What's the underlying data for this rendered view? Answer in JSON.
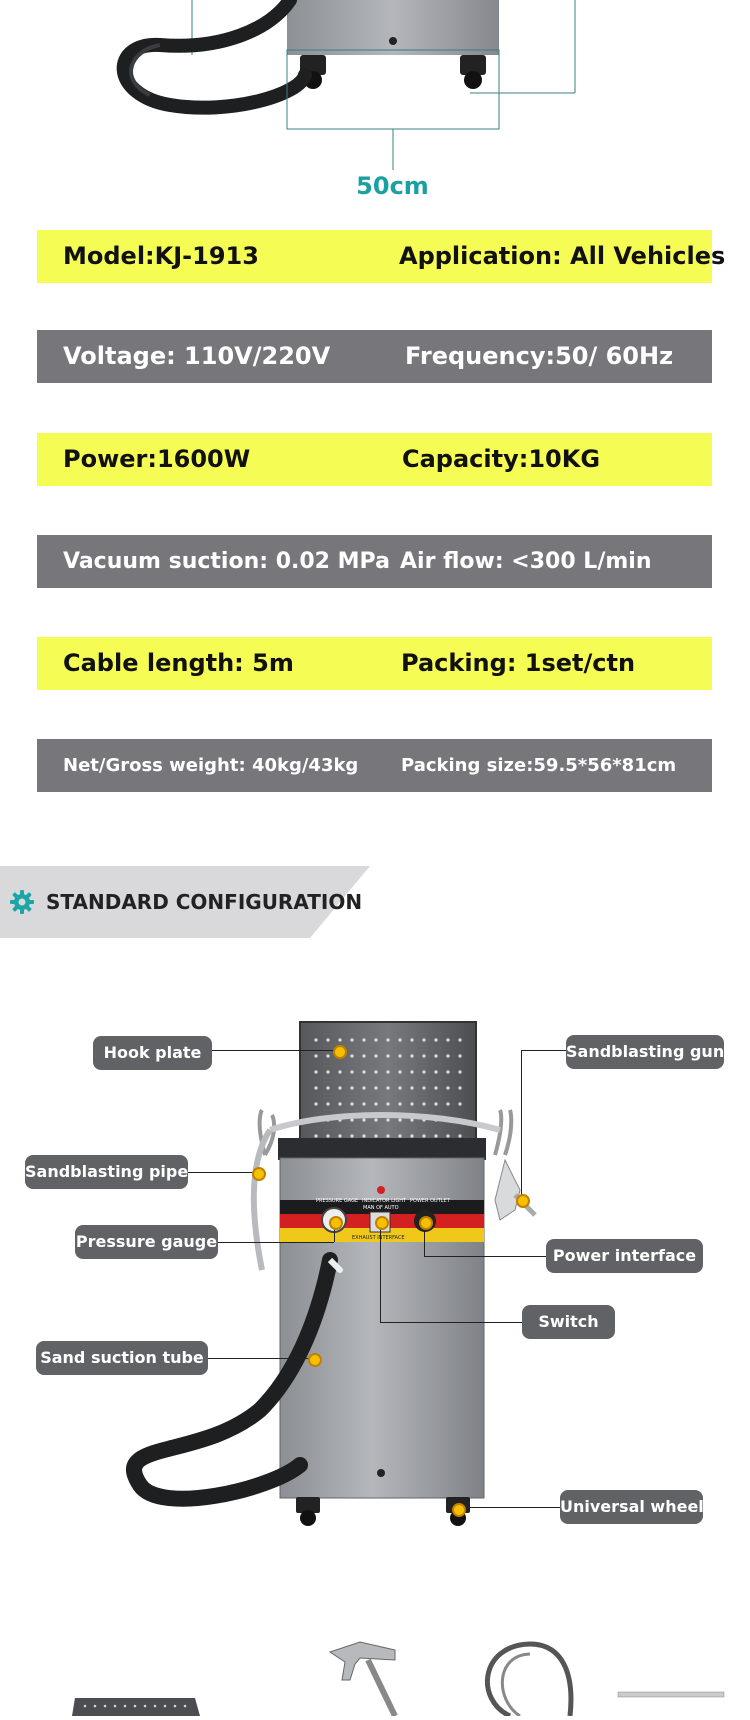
{
  "dimension_label": "50cm",
  "specs": [
    {
      "left": "Model:KJ-1913",
      "right": "Application: All Vehicles"
    },
    {
      "left": "Voltage: 110V/220V",
      "right": "Frequency:50/ 60Hz"
    },
    {
      "left": "Power:1600W",
      "right": "Capacity:10KG"
    },
    {
      "left": "Vacuum suction: 0.02 MPa",
      "right": "Air flow: <300 L/min"
    },
    {
      "left": "Cable length: 5m",
      "right": "Packing: 1set/ctn"
    },
    {
      "left": "Net/Gross weight: 40kg/43kg",
      "right": "Packing size:59.5*56*81cm"
    }
  ],
  "section": {
    "title": "STANDARD CONFIGURATION",
    "icon": "gear-icon"
  },
  "parts": {
    "hook_plate": "Hook plate",
    "sandblasting_gun": "Sandblasting gun",
    "sandblasting_pipe": "Sandblasting pipe",
    "pressure_gauge": "Pressure gauge",
    "power_interface": "Power interface",
    "switch": "Switch",
    "sand_suction_tube": "Sand suction tube",
    "universal_wheel": "Universal wheel"
  },
  "panel_labels": {
    "pressure": "PRESSURE GAGE",
    "indicator": "INDICATOR LIGHT",
    "power_outlet": "POWER OUTLET",
    "man_auto": "MAN OF AUTO",
    "exhaust": "EXHAUST INTERFACE"
  },
  "colors": {
    "yellow": "#f5fd55",
    "gray": "#77777b",
    "teal": "#1aa0a0",
    "pill": "#606266"
  }
}
